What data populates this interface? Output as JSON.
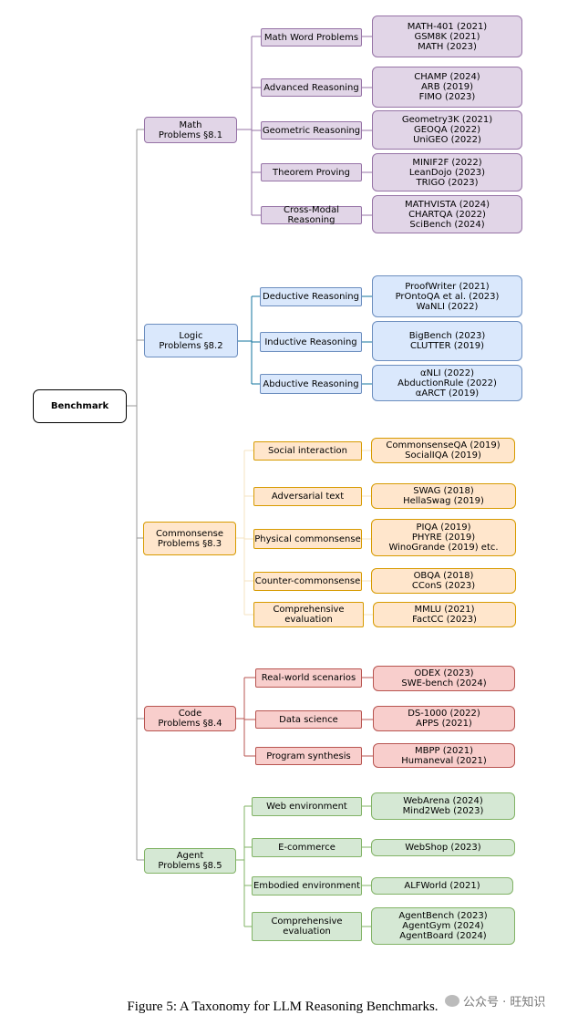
{
  "root": "Benchmark",
  "categories": [
    {
      "name": "Math",
      "section": "Problems §8.1",
      "color": "purple",
      "subs": [
        {
          "label": "Math Word Problems",
          "items": [
            "MATH-401 (2021)",
            "GSM8K (2021)",
            "MATH (2023)"
          ]
        },
        {
          "label": "Advanced Reasoning",
          "items": [
            "CHAMP (2024)",
            "ARB (2019)",
            "FIMO (2023)"
          ]
        },
        {
          "label": "Geometric Reasoning",
          "items": [
            "Geometry3K (2021)",
            "GEOQA (2022)",
            "UniGEO (2022)"
          ]
        },
        {
          "label": "Theorem Proving",
          "items": [
            "MINIF2F (2022)",
            "LeanDojo (2023)",
            "TRIGO (2023)"
          ]
        },
        {
          "label": "Cross-Modal Reasoning",
          "items": [
            "MATHVISTA (2024)",
            "CHARTQA (2022)",
            "SciBench (2024)"
          ]
        }
      ]
    },
    {
      "name": "Logic",
      "section": "Problems §8.2",
      "color": "blue",
      "subs": [
        {
          "label": "Deductive Reasoning",
          "items": [
            "ProofWriter (2021)",
            "PrOntoQA et al. (2023)",
            "WaNLI (2022)"
          ]
        },
        {
          "label": "Inductive Reasoning",
          "items": [
            "BigBench (2023)",
            "CLUTTER (2019)"
          ]
        },
        {
          "label": "Abductive Reasoning",
          "items": [
            "αNLI (2022)",
            "AbductionRule (2022)",
            "αARCT (2019)"
          ]
        }
      ]
    },
    {
      "name": "Commonsense",
      "section": "Problems §8.3",
      "color": "orange",
      "subs": [
        {
          "label": "Social interaction",
          "items": [
            "CommonsenseQA (2019)",
            "SocialIQA (2019)"
          ]
        },
        {
          "label": "Adversarial text",
          "items": [
            "SWAG (2018)",
            "HellaSwag (2019)"
          ]
        },
        {
          "label": "Physical commonsense",
          "items": [
            "PIQA (2019)",
            "PHYRE (2019)",
            "WinoGrande (2019) etc."
          ]
        },
        {
          "label": "Counter-commonsense",
          "items": [
            "OBQA (2018)",
            "CConS (2023)"
          ]
        },
        {
          "label": "Comprehensive evaluation",
          "items": [
            "MMLU (2021)",
            "FactCC (2023)"
          ]
        }
      ]
    },
    {
      "name": "Code",
      "section": "Problems §8.4",
      "color": "red",
      "subs": [
        {
          "label": "Real-world scenarios",
          "items": [
            "ODEX (2023)",
            "SWE-bench (2024)"
          ]
        },
        {
          "label": "Data science",
          "items": [
            "DS-1000 (2022)",
            "APPS (2021)"
          ]
        },
        {
          "label": "Program synthesis",
          "items": [
            "MBPP (2021)",
            "Humaneval (2021)"
          ]
        }
      ]
    },
    {
      "name": "Agent",
      "section": "Problems §8.5",
      "color": "green",
      "subs": [
        {
          "label": "Web environment",
          "items": [
            "WebArena (2024)",
            "Mind2Web (2023)"
          ]
        },
        {
          "label": "E-commerce",
          "items": [
            "WebShop (2023)"
          ]
        },
        {
          "label": "Embodied environment",
          "items": [
            "ALFWorld (2021)"
          ]
        },
        {
          "label": "Comprehensive evaluation",
          "items": [
            "AgentBench (2023)",
            "AgentGym (2024)",
            "AgentBoard (2024)"
          ]
        }
      ]
    }
  ],
  "caption": "Figure 5: A Taxonomy for LLM Reasoning Benchmarks.",
  "watermark": "公众号 · 旺知识",
  "colors": {
    "purple": {
      "fill": "#e1d5e7",
      "stroke": "#9673a6"
    },
    "blue": {
      "fill": "#dae8fc",
      "stroke": "#6c8ebf"
    },
    "orange": {
      "fill": "#ffe6cc",
      "stroke": "#d79b00"
    },
    "red": {
      "fill": "#f8cecc",
      "stroke": "#b85450"
    },
    "green": {
      "fill": "#d5e8d4",
      "stroke": "#82b366"
    }
  }
}
